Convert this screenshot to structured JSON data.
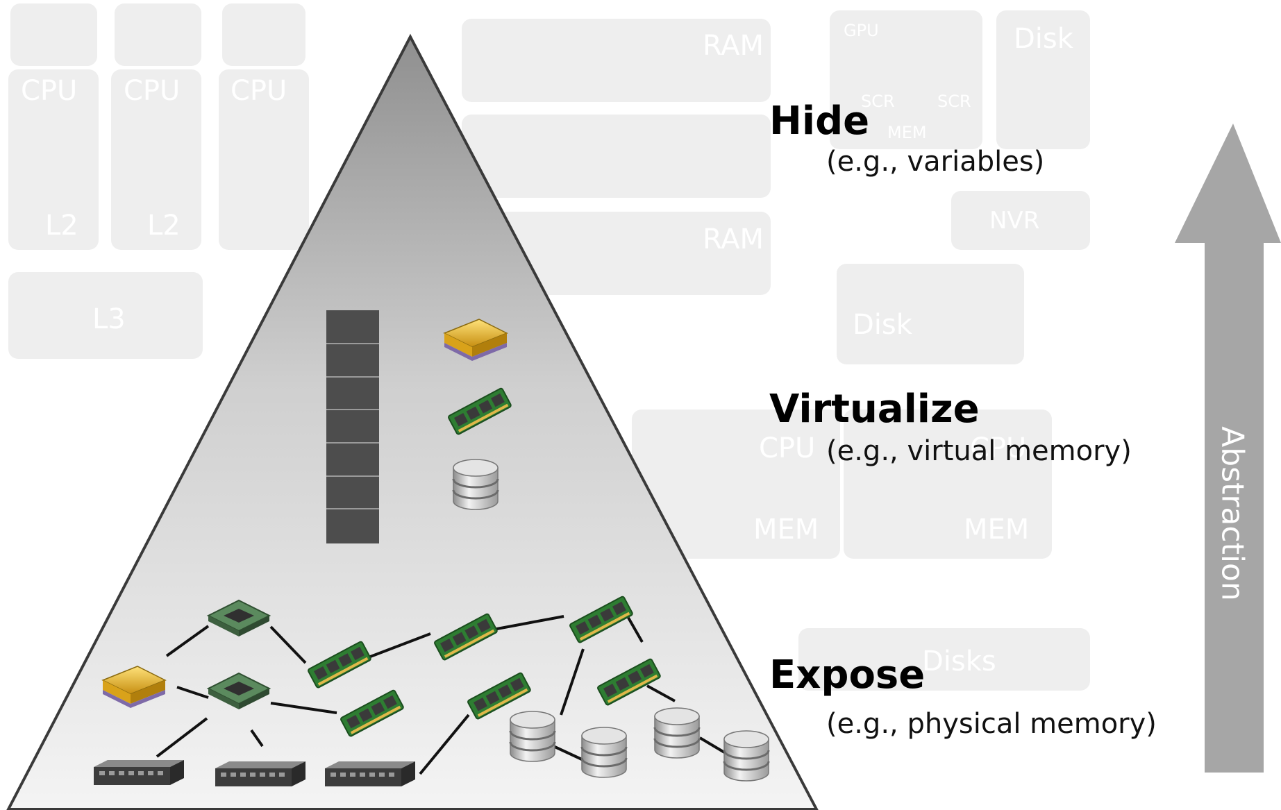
{
  "background": {
    "labels": [
      "CPU",
      "CPU",
      "CPU",
      "L2",
      "L2",
      "L3",
      "RAM",
      "RAM",
      "GPU",
      "SCR",
      "SCR",
      "MEM",
      "Disk",
      "NVR",
      "Disk",
      "CPU",
      "CPU",
      "MEM",
      "MEM",
      "Disks"
    ]
  },
  "levels": [
    {
      "title": "Hide",
      "example": "(e.g., variables)"
    },
    {
      "title": "Virtualize",
      "example": "(e.g., virtual memory)"
    },
    {
      "title": "Expose",
      "example": "(e.g., physical memory)"
    }
  ],
  "arrow": {
    "label": "Abstraction"
  },
  "icons": [
    "register-stack-icon",
    "cpu-die-icon",
    "ram-module-icon",
    "database-icon",
    "cpu-chip-icon",
    "ram-module-icon",
    "database-icon",
    "network-switch-icon"
  ],
  "colors": {
    "pyramid_top": "#8f8f8f",
    "pyramid_bottom": "#f4f4f4",
    "arrow": "#a6a6a6",
    "register": "#4d4d4d",
    "ram_green": "#2e7d32",
    "cpu_gold": "#e3b322",
    "chip_green": "#5b8a5e",
    "disk_silver": "#c8c8c8"
  }
}
